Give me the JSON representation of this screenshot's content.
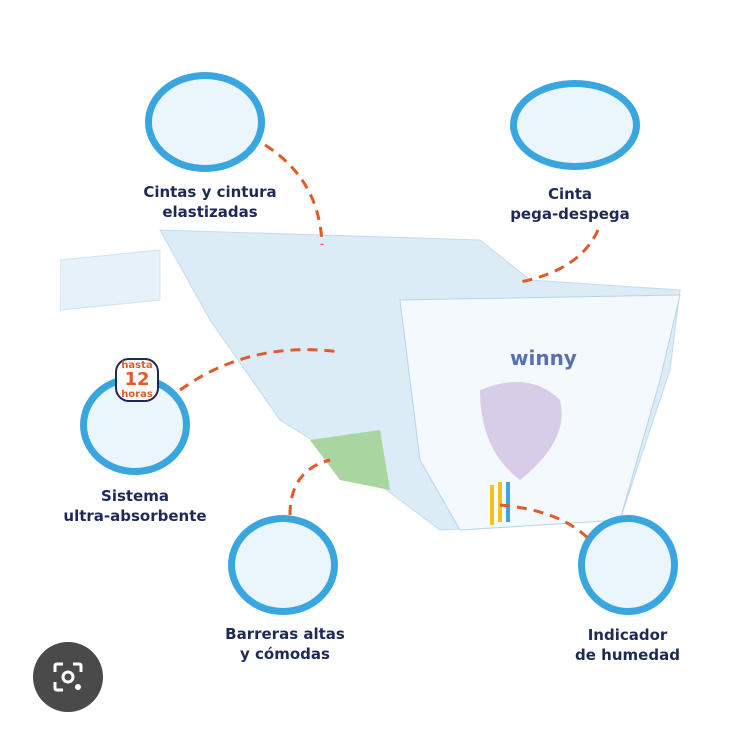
{
  "brand": "winny",
  "features": [
    {
      "line1": "Cintas y cintura",
      "line2": "elastizadas"
    },
    {
      "line1": "Cinta",
      "line2": "pega-despega"
    },
    {
      "line1": "Sistema",
      "line2": "ultra-absorbente"
    },
    {
      "line1": "Barreras altas",
      "line2": "y cómodas"
    },
    {
      "line1": "Indicador",
      "line2": "de humedad"
    }
  ],
  "badge": {
    "top": "hasta",
    "number": "12",
    "bottom": "horas"
  },
  "colors": {
    "accent": "#3aa6e0",
    "text": "#1e2a55",
    "dash": "#e05a2a"
  }
}
